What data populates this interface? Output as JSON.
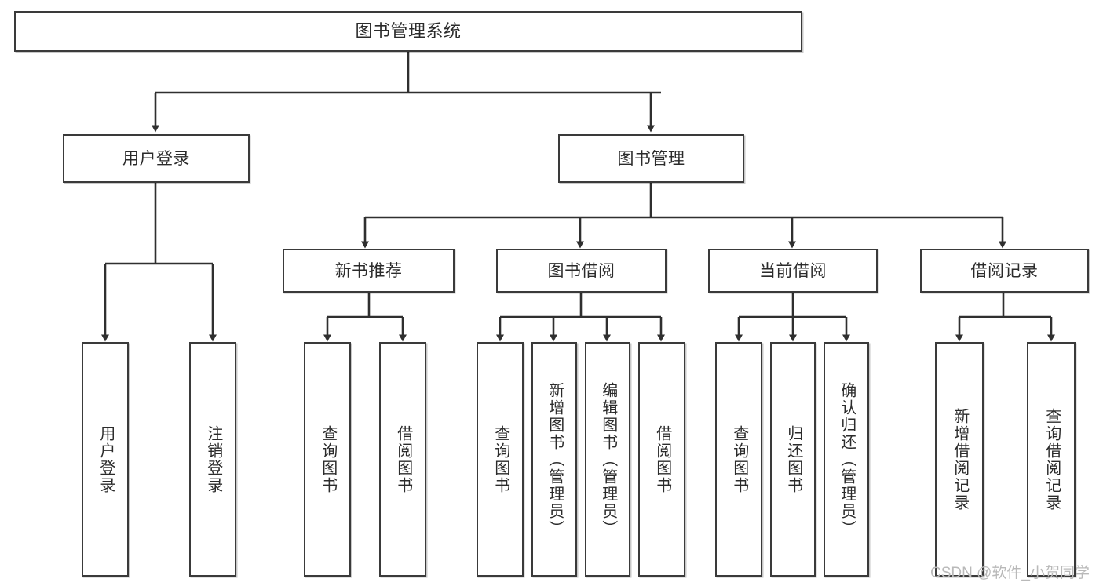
{
  "diagram": {
    "title": "图书管理系统",
    "type": "tree",
    "watermark": "CSDN @软件_小贺同学",
    "colors": {
      "background": "#ffffff",
      "box_border": "#3a3a3a",
      "box_fill": "#ffffff",
      "text": "#2b2b2b",
      "connector": "#3a3a3a",
      "watermark": "#b9b9b9"
    },
    "levels": {
      "root": {
        "label": "图书管理系统"
      },
      "level2": [
        {
          "label": "用户登录"
        },
        {
          "label": "图书管理"
        }
      ],
      "level3": [
        {
          "label": "新书推荐"
        },
        {
          "label": "图书借阅"
        },
        {
          "label": "当前借阅"
        },
        {
          "label": "借阅记录"
        }
      ],
      "leaves": [
        {
          "label": "用户登录",
          "parent": "用户登录"
        },
        {
          "label": "注销登录",
          "parent": "用户登录"
        },
        {
          "label": "查询图书",
          "parent": "新书推荐"
        },
        {
          "label": "借阅图书",
          "parent": "新书推荐"
        },
        {
          "label": "查询图书",
          "parent": "图书借阅"
        },
        {
          "label": "新增图书（管理员）",
          "parent": "图书借阅"
        },
        {
          "label": "编辑图书（管理员）",
          "parent": "图书借阅"
        },
        {
          "label": "借阅图书",
          "parent": "图书借阅"
        },
        {
          "label": "查询图书",
          "parent": "当前借阅"
        },
        {
          "label": "归还图书",
          "parent": "当前借阅"
        },
        {
          "label": "确认归还（管理员）",
          "parent": "当前借阅"
        },
        {
          "label": "新增借阅记录",
          "parent": "借阅记录"
        },
        {
          "label": "查询借阅记录",
          "parent": "借阅记录"
        }
      ]
    }
  }
}
